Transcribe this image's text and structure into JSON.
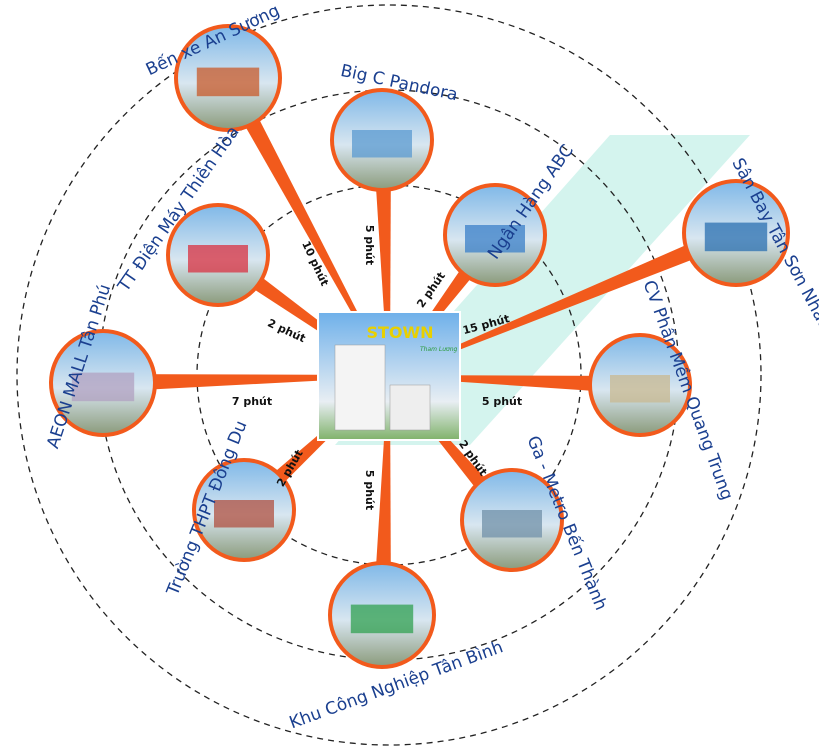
{
  "center": {
    "brand": "STOWN",
    "sub": "Tham Lương"
  },
  "colors": {
    "orange": "#f25a1c",
    "label": "#1a3f8f",
    "band": "#d4f4ee"
  },
  "destinations": [
    {
      "name": "Bến xe An Sương",
      "time": "10 phút"
    },
    {
      "name": "Big C Pandora",
      "time": "5 phút"
    },
    {
      "name": "Ngân Hàng ABC",
      "time": "2 phút"
    },
    {
      "name": "Sân Bay Tân Sơn Nhất",
      "time": "15 phút"
    },
    {
      "name": "TT Điện Máy Thiên Hòa",
      "time": "2 phút"
    },
    {
      "name": "AEON MALL Tân Phú",
      "time": "7 phút"
    },
    {
      "name": "CV Phần Mềm Quang Trung",
      "time": "5 phút"
    },
    {
      "name": "Trường THPT Đông Du",
      "time": "2 phút"
    },
    {
      "name": "Ga - Metro Bến Thành",
      "time": "2 phút"
    },
    {
      "name": "Khu Công Nghiệp Tân Bình",
      "time": "5 phút"
    }
  ]
}
